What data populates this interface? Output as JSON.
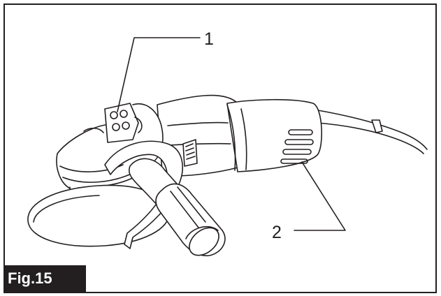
{
  "figure": {
    "label": "Fig.15",
    "callouts": [
      {
        "number": "1"
      },
      {
        "number": "2"
      }
    ]
  },
  "colors": {
    "ink": "#231f20",
    "paper": "#ffffff"
  },
  "icons": [
    "angle-grinder-drawing",
    "wheel-guard-icon",
    "side-grip-icon",
    "power-cord-icon",
    "air-vent-icon",
    "shaft-lock-icon"
  ]
}
